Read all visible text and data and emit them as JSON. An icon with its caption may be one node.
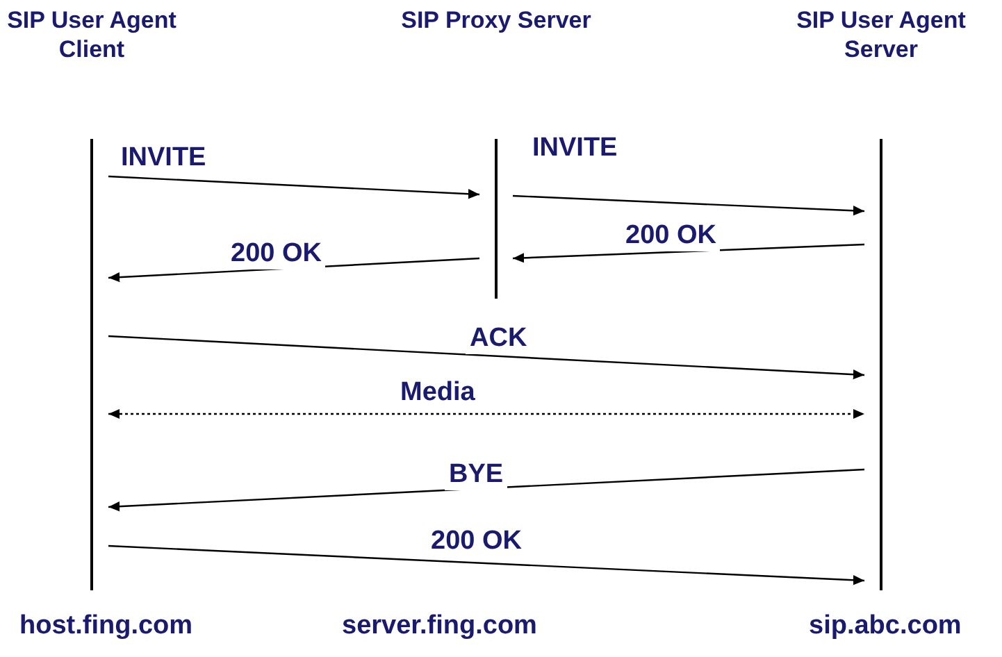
{
  "diagram": {
    "nodes": [
      {
        "text": [
          "SIP User Agent Client"
        ]
      },
      {
        "text": [
          "SIP Proxy Server"
        ]
      },
      {
        "text": [
          "SIP User Agent Server"
        ]
      }
    ],
    "edges": [
      {
        "from": 0,
        "to": 1,
        "arrow": "to",
        "label": "INVITE"
      },
      {
        "from": 1,
        "to": 2,
        "arrow": "to",
        "label": "INVITE"
      },
      {
        "from": 2,
        "to": 1,
        "arrow": "to",
        "label": "200 OK"
      },
      {
        "from": 1,
        "to": 0,
        "arrow": "to",
        "label": "200 OK"
      },
      {
        "from": 0,
        "to": 2,
        "arrow": "to",
        "label": "ACK"
      },
      {
        "from": 0,
        "to": 2,
        "arrow": "both",
        "label": "Media",
        "style": "dashed"
      },
      {
        "from": 2,
        "to": 0,
        "arrow": "to",
        "label": "BYE"
      },
      {
        "from": 0,
        "to": 2,
        "arrow": "to",
        "label": "200 OK"
      }
    ],
    "labels": [
      "host.fing.com",
      "server.fing.com",
      "sip.abc.com"
    ]
  }
}
